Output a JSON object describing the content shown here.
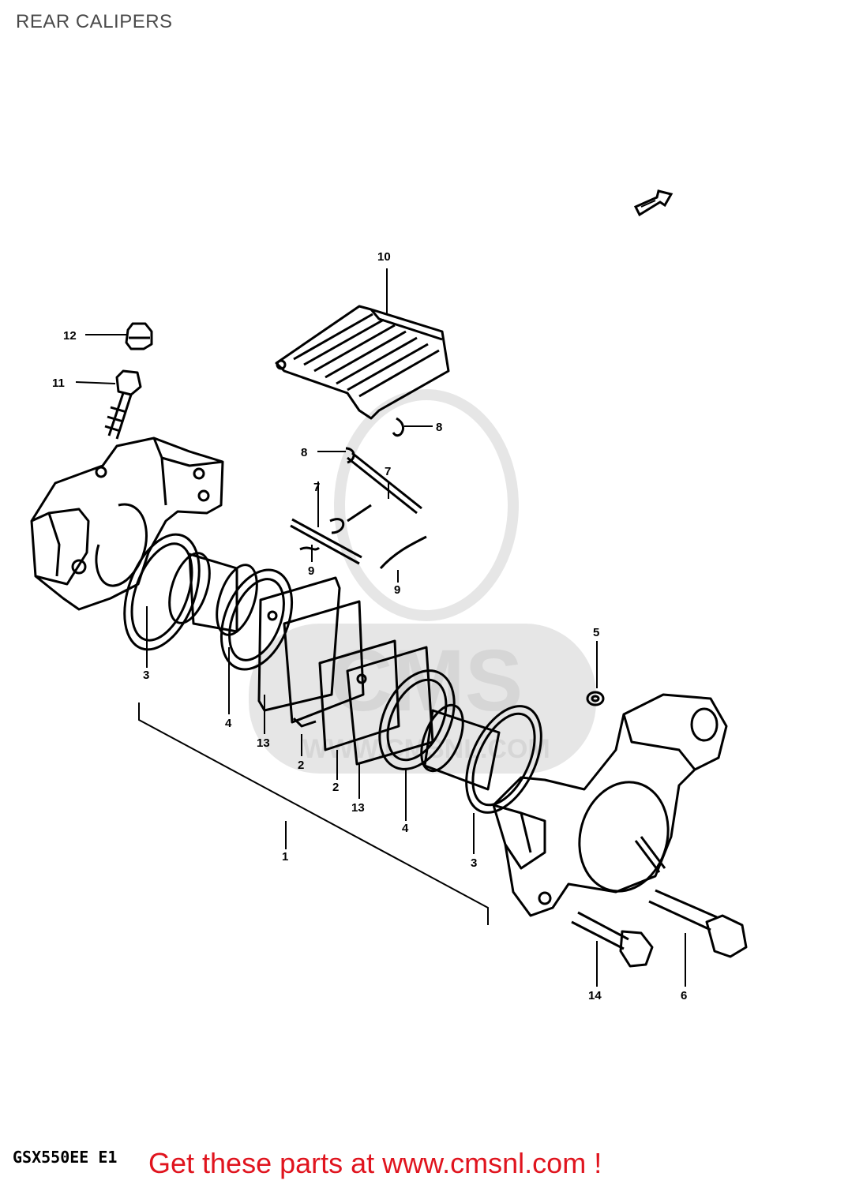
{
  "header": {
    "title": "REAR CALIPERS"
  },
  "diagram": {
    "callouts": [
      "10",
      "12",
      "11",
      "8",
      "8",
      "7",
      "7",
      "9",
      "9",
      "5",
      "3",
      "4",
      "13",
      "2",
      "2",
      "13",
      "4",
      "3",
      "1",
      "14",
      "6"
    ],
    "watermark": {
      "brand": "CMS",
      "url": "WWW.CMSNL.COM"
    }
  },
  "footer": {
    "model_code": "GSX550EE E1",
    "promo_text": "Get these parts at www.cmsnl.com !"
  },
  "colors": {
    "promo": "#e0141e",
    "title": "#4a4a4a",
    "watermark": "#e6e6e6"
  }
}
